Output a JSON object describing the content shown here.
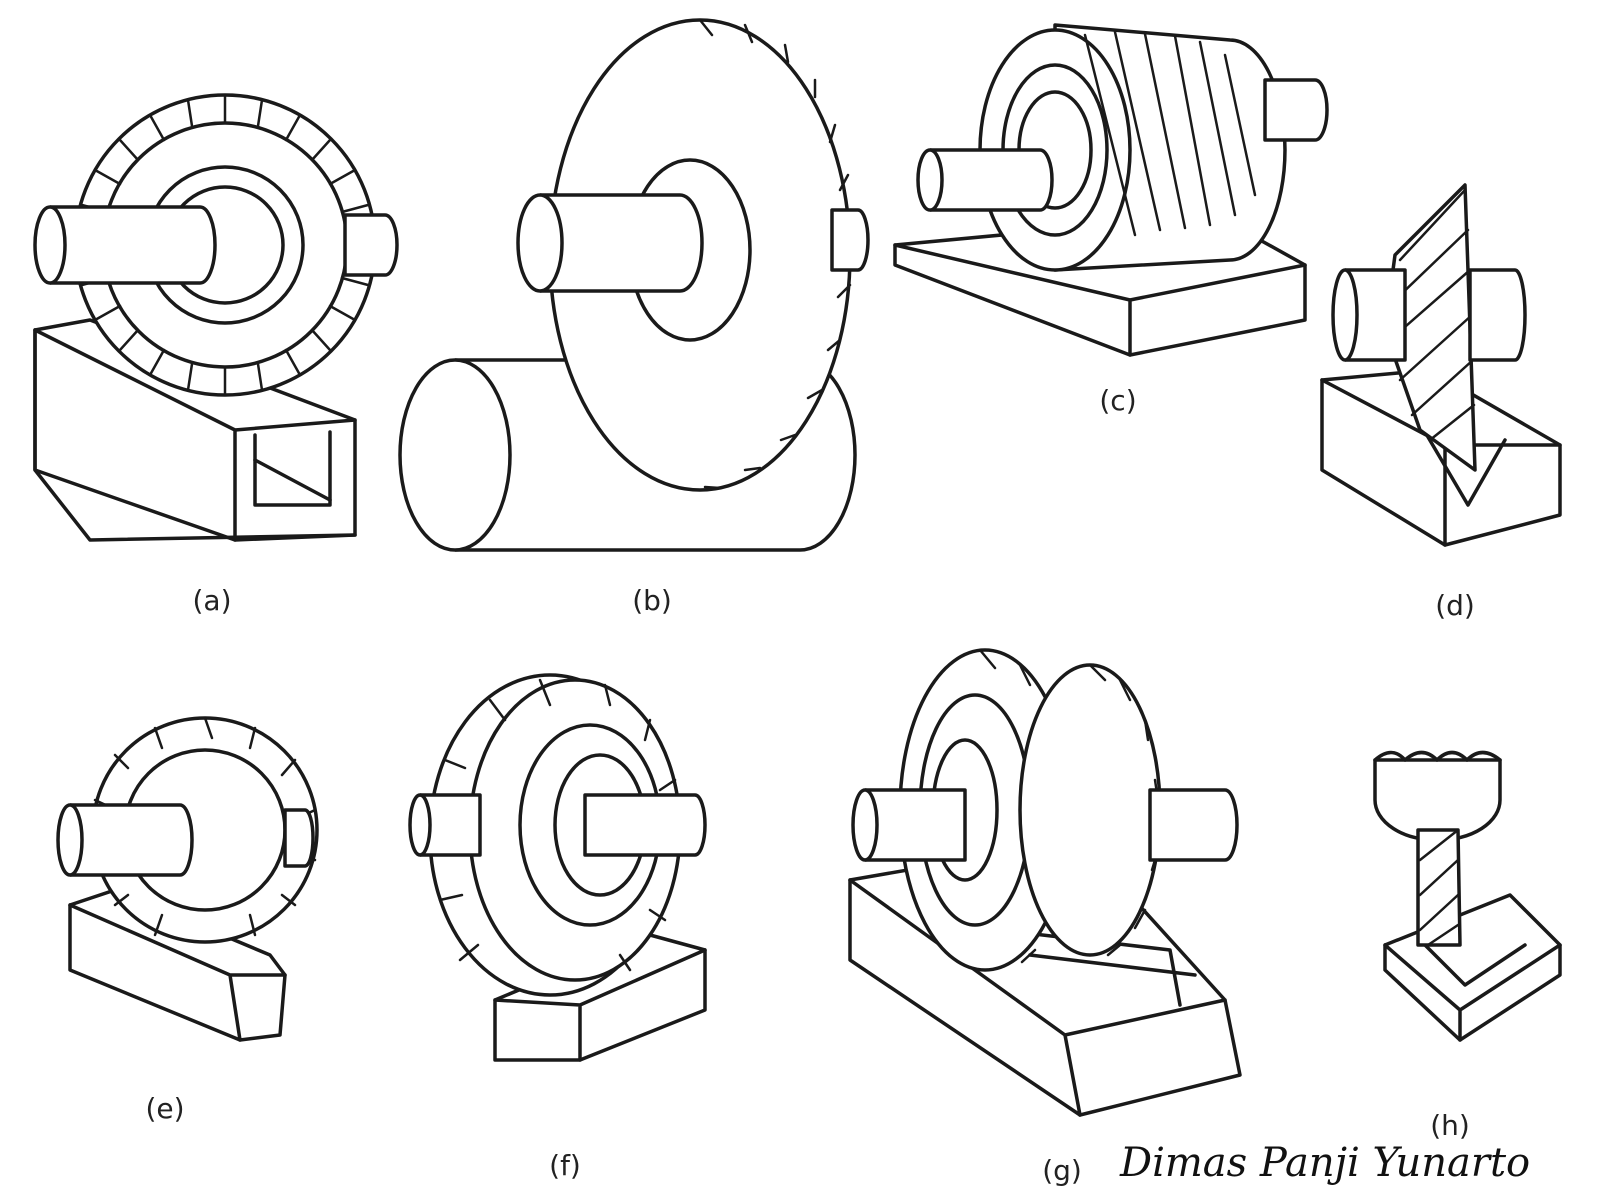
{
  "figure": {
    "panels": [
      {
        "id": "a",
        "label": "(a)",
        "icon": "cutter-on-arbor-over-grooved-block-icon"
      },
      {
        "id": "b",
        "label": "(b)",
        "icon": "slitting-saw-cutting-cylinder-icon"
      },
      {
        "id": "c",
        "label": "(c)",
        "icon": "helical-plain-cutter-over-flat-block-icon"
      },
      {
        "id": "d",
        "label": "(d)",
        "icon": "angle-cutter-v-groove-icon"
      },
      {
        "id": "e",
        "label": "(e)",
        "icon": "convex-form-cutter-icon"
      },
      {
        "id": "f",
        "label": "(f)",
        "icon": "concave-form-cutter-icon"
      },
      {
        "id": "g",
        "label": "(g)",
        "icon": "straddle-gang-cutters-icon"
      },
      {
        "id": "h",
        "label": "(h)",
        "icon": "end-mill-pocket-icon"
      }
    ],
    "credit": "Dimas Panji Yunarto"
  }
}
